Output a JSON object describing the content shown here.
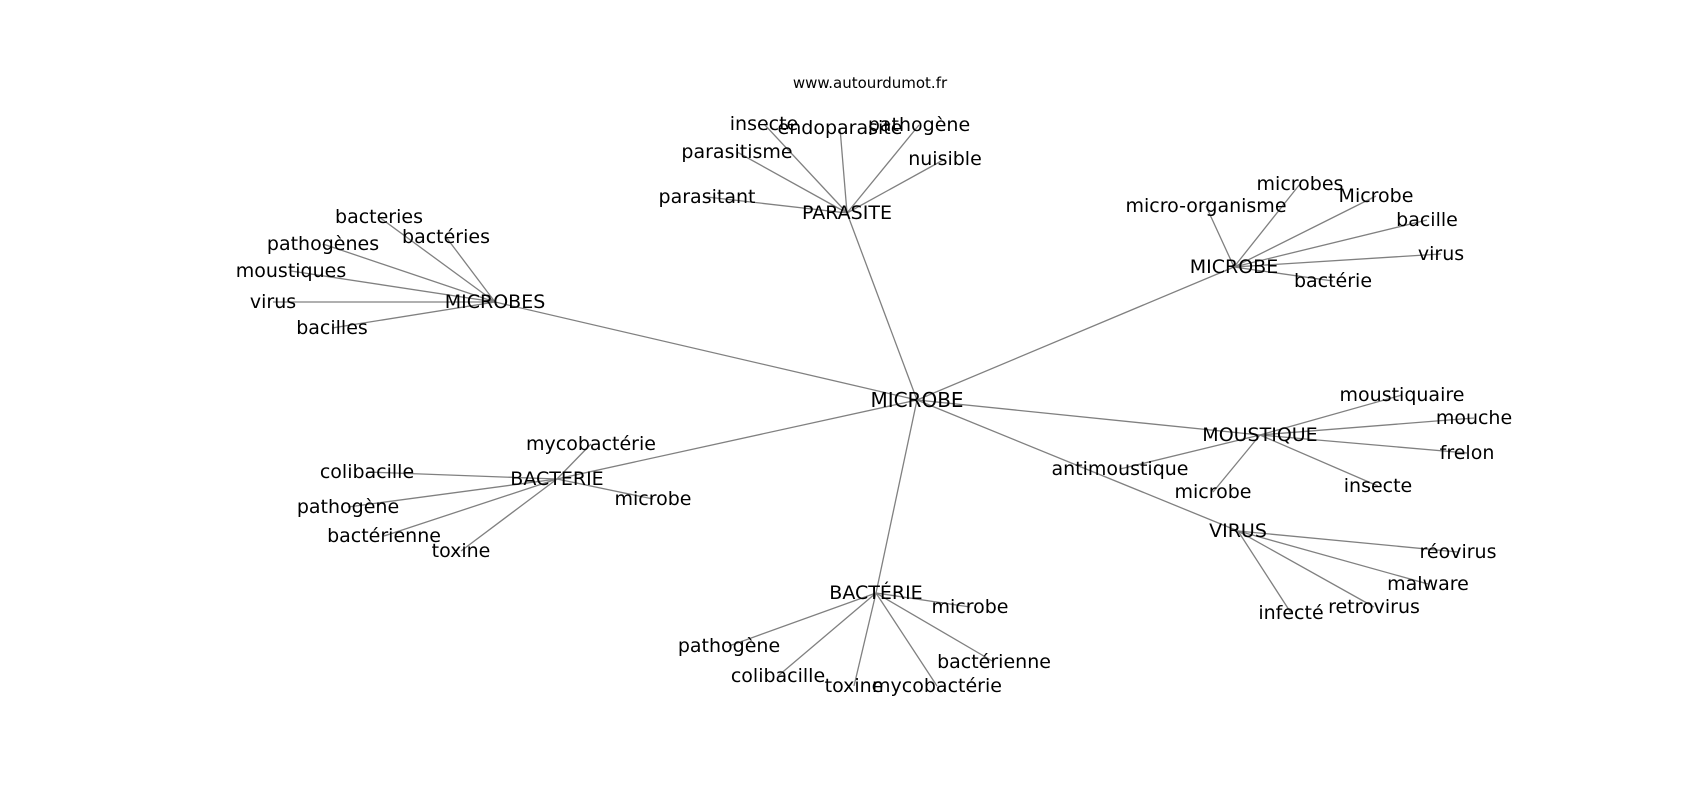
{
  "source": "www.autourdumot.fr",
  "center": "MICROBE",
  "clusters": [
    {
      "label": "PARASITE",
      "children": [
        "insecte",
        "endoparasite",
        "pathogène",
        "parasitisme",
        "nuisible",
        "parasitant"
      ]
    },
    {
      "label": "MICROBE",
      "children": [
        "microbes",
        "micro-organisme",
        "Microbe",
        "bacille",
        "virus",
        "bactérie"
      ]
    },
    {
      "label": "MICROBES",
      "children": [
        "bacteries",
        "bactéries",
        "pathogènes",
        "moustiques",
        "virus",
        "bacilles"
      ]
    },
    {
      "label": "MOUSTIQUE",
      "children": [
        "moustiquaire",
        "mouche",
        "frelon",
        "insecte",
        "antimoustique",
        "microbe"
      ]
    },
    {
      "label": "BACTERIE",
      "children": [
        "mycobactérie",
        "colibacille",
        "pathogène",
        "bactérienne",
        "toxine",
        "microbe"
      ]
    },
    {
      "label": "VIRUS",
      "children": [
        "réovirus",
        "malware",
        "retrovirus",
        "infecté"
      ]
    },
    {
      "label": "BACTÉRIE",
      "children": [
        "microbe",
        "pathogène",
        "bactérienne",
        "colibacille",
        "toxine",
        "mycobactérie"
      ]
    }
  ]
}
